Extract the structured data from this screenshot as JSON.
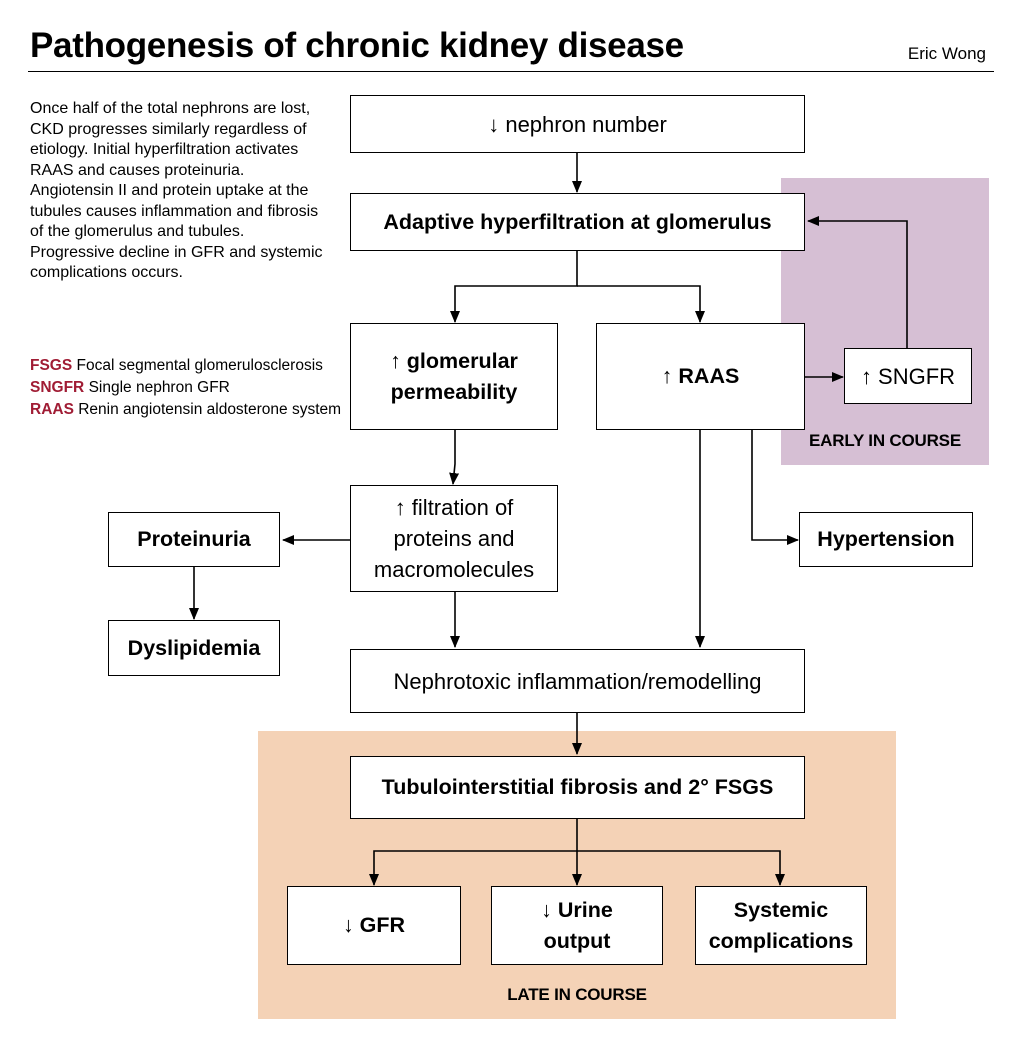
{
  "header": {
    "title": "Pathogenesis of chronic kidney disease",
    "author": "Eric Wong"
  },
  "description": "Once half of the total nephrons are lost, CKD progresses similarly regardless of etiology. Initial hyperfiltration activates RAAS and causes proteinuria. Angiotensin II and protein uptake at the tubules causes inflammation and fibrosis of the glomerulus and tubules. Progressive decline in GFR and systemic complications occurs.",
  "glossary": [
    {
      "abbr": "FSGS",
      "text": "Focal segmental glomerulosclerosis"
    },
    {
      "abbr": "SNGFR",
      "text": "Single nephron GFR"
    },
    {
      "abbr": "RAAS",
      "text": "Renin angiotensin aldosterone system"
    }
  ],
  "regions": {
    "early": "EARLY IN COURSE",
    "late": "LATE IN COURSE"
  },
  "colors": {
    "early_region": "#d6bfd4",
    "late_region": "#f4d2b6",
    "glossary_accent": "#a01c34"
  },
  "nodes": {
    "nephron": "↓ nephron number",
    "hyperfiltration": "Adaptive hyperfiltration at glomerulus",
    "permeability": "↑ glomerular permeability",
    "raas": "↑ RAAS",
    "sngfr": "↑ SNGFR",
    "filtration": "↑ filtration of proteins and macromolecules",
    "proteinuria": "Proteinuria",
    "dyslipidemia": "Dyslipidemia",
    "hypertension": "Hypertension",
    "inflammation": "Nephrotoxic inflammation/remodelling",
    "fibrosis": "Tubulointerstitial fibrosis and 2° FSGS",
    "gfr": "↓ GFR",
    "urine": "↓ Urine output",
    "systemic": "Systemic complications"
  }
}
